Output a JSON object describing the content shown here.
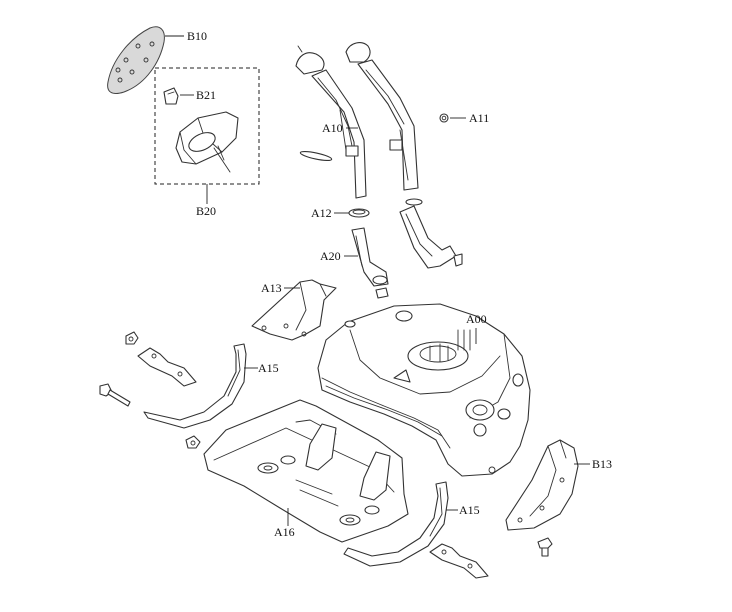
{
  "labels": {
    "b10": "B10",
    "b21": "B21",
    "b20": "B20",
    "a10": "A10",
    "a11": "A11",
    "a12": "A12",
    "a20": "A20",
    "a13": "A13",
    "a00": "A00",
    "a15_left": "A15",
    "a15_right": "A15",
    "a16": "A16",
    "b13": "B13"
  }
}
